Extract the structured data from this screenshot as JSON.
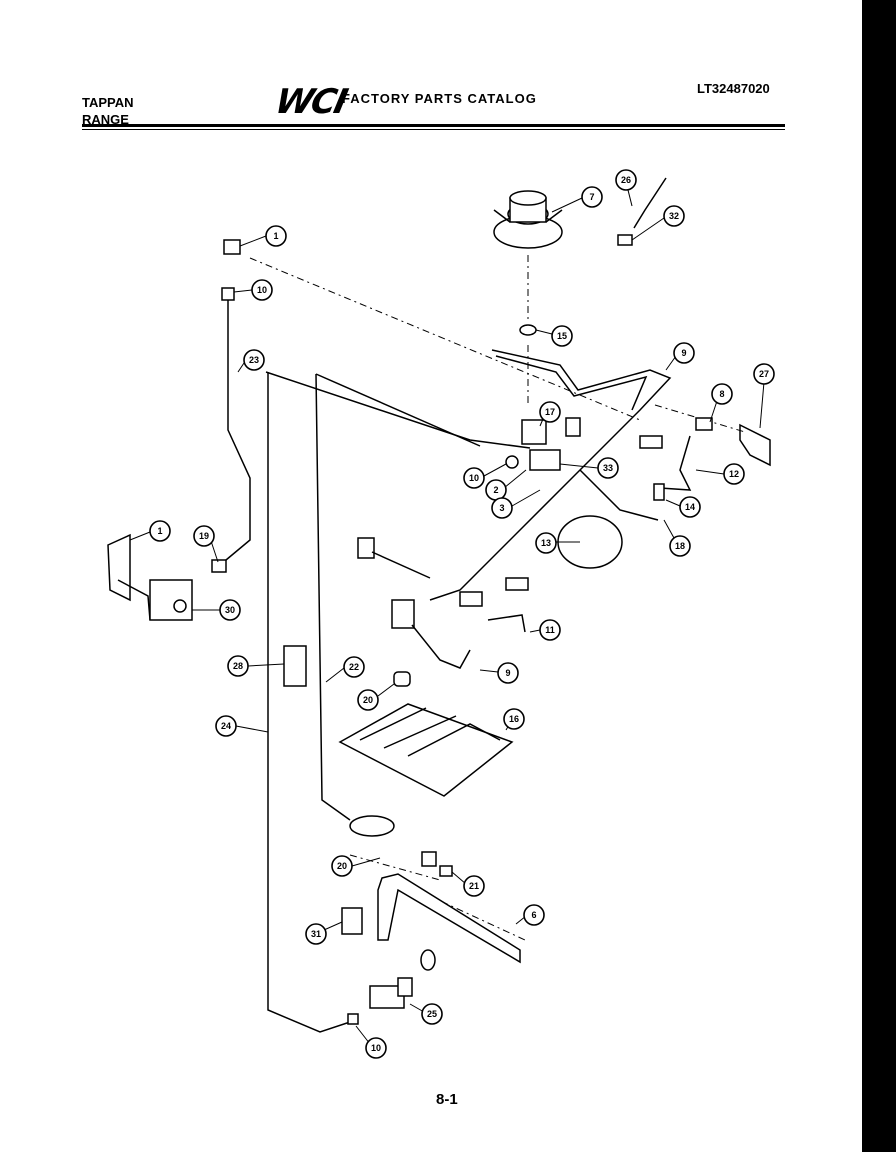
{
  "header": {
    "brand_line1": "TAPPAN",
    "brand_line2": "RANGE",
    "logo_text": "WCI",
    "catalog_title": "FACTORY PARTS CATALOG",
    "model_number": "LT32487020"
  },
  "footer": {
    "page_number": "8-1"
  },
  "callouts": [
    {
      "id": "c1a",
      "label": "1"
    },
    {
      "id": "c10a",
      "label": "10"
    },
    {
      "id": "c7",
      "label": "7"
    },
    {
      "id": "c26a",
      "label": "26"
    },
    {
      "id": "c32",
      "label": "32"
    },
    {
      "id": "c15",
      "label": "15"
    },
    {
      "id": "c23",
      "label": "23"
    },
    {
      "id": "c9a",
      "label": "9"
    },
    {
      "id": "c27",
      "label": "27"
    },
    {
      "id": "c8",
      "label": "8"
    },
    {
      "id": "c17",
      "label": "17"
    },
    {
      "id": "c10b",
      "label": "10"
    },
    {
      "id": "c2",
      "label": "2"
    },
    {
      "id": "c33",
      "label": "33"
    },
    {
      "id": "c12",
      "label": "12"
    },
    {
      "id": "c3",
      "label": "3"
    },
    {
      "id": "c14",
      "label": "14"
    },
    {
      "id": "c13",
      "label": "13"
    },
    {
      "id": "c18a",
      "label": "18"
    },
    {
      "id": "c1b",
      "label": "1"
    },
    {
      "id": "c19",
      "label": "19"
    },
    {
      "id": "c30",
      "label": "30"
    },
    {
      "id": "c11",
      "label": "11"
    },
    {
      "id": "c28",
      "label": "28"
    },
    {
      "id": "c22",
      "label": "22"
    },
    {
      "id": "c9b",
      "label": "9"
    },
    {
      "id": "c20a",
      "label": "20"
    },
    {
      "id": "c24",
      "label": "24"
    },
    {
      "id": "c16",
      "label": "16"
    },
    {
      "id": "c20b",
      "label": "20"
    },
    {
      "id": "c21",
      "label": "21"
    },
    {
      "id": "c6",
      "label": "6"
    },
    {
      "id": "c31",
      "label": "31"
    },
    {
      "id": "c25",
      "label": "25"
    },
    {
      "id": "c10c",
      "label": "10"
    }
  ]
}
